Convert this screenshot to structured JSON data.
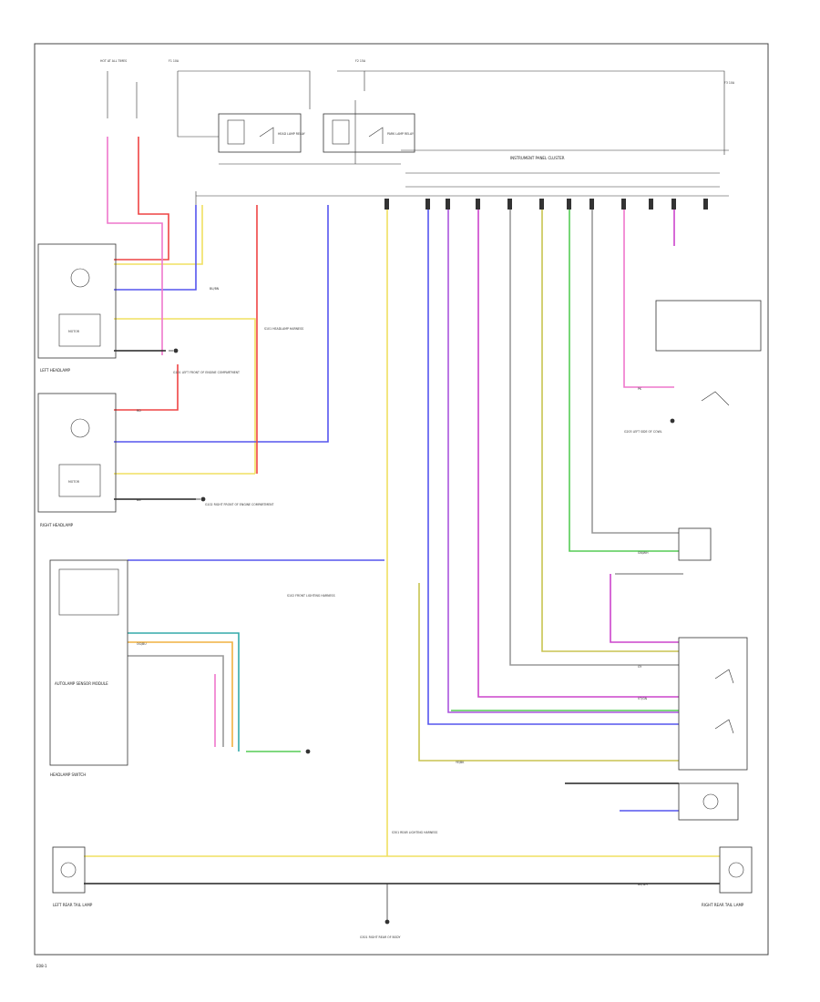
{
  "diagram": {
    "footer_code": "E08-1",
    "colors": {
      "border": "#444444",
      "yellow": "#f0e060",
      "olive": "#c8c450",
      "blue": "#5555ee",
      "red": "#ee4444",
      "pink": "#ee77cc",
      "violet": "#aa55dd",
      "magenta": "#cc44cc",
      "green": "#55cc55",
      "teal": "#33aaaa",
      "orange": "#f0b040",
      "gray": "#999999",
      "black": "#222222"
    },
    "blocks": [
      {
        "id": "left-headlamp",
        "caption": "LEFT HEADLAMP",
        "inner": "MOTOR"
      },
      {
        "id": "right-headlamp",
        "caption": "RIGHT HEADLAMP",
        "inner": "MOTOR"
      },
      {
        "id": "headlamp-switch-assembly",
        "caption": "HEADLAMP SWITCH"
      },
      {
        "id": "left-rear-lamp",
        "caption": "LEFT REAR TAIL LAMP"
      },
      {
        "id": "right-rear-lamp",
        "caption": "RIGHT REAR TAIL LAMP"
      },
      {
        "id": "autolamp-module",
        "caption": "AUTOLAMP SENSOR MODULE"
      },
      {
        "id": "instrument-cluster",
        "caption": "INSTRUMENT PANEL CLUSTER"
      }
    ],
    "ground_labels": [
      "G101 LEFT FRONT OF ENGINE COMPARTMENT",
      "G102 RIGHT FRONT OF ENGINE COMPARTMENT",
      "G301 RIGHT REAR OF BODY",
      "G203 LEFT SIDE OF COWL"
    ],
    "splice_labels": [
      "S101 HEADLAMP HARNESS",
      "S102 FRONT LIGHTING HARNESS",
      "S301 REAR LIGHTING HARNESS"
    ],
    "wire_labels": [
      "YE/BK",
      "BU/BN",
      "RD",
      "PK",
      "VT/GN",
      "GN/WH",
      "BK/WH",
      "OG/BU",
      "GY",
      "BN"
    ],
    "relay_labels": [
      "HEAD LAMP RELAY",
      "PARK LAMP RELAY"
    ],
    "fuse_labels": [
      "HOT AT ALL TIMES",
      "F1 10A",
      "F2 15A",
      "F3 10A"
    ]
  }
}
